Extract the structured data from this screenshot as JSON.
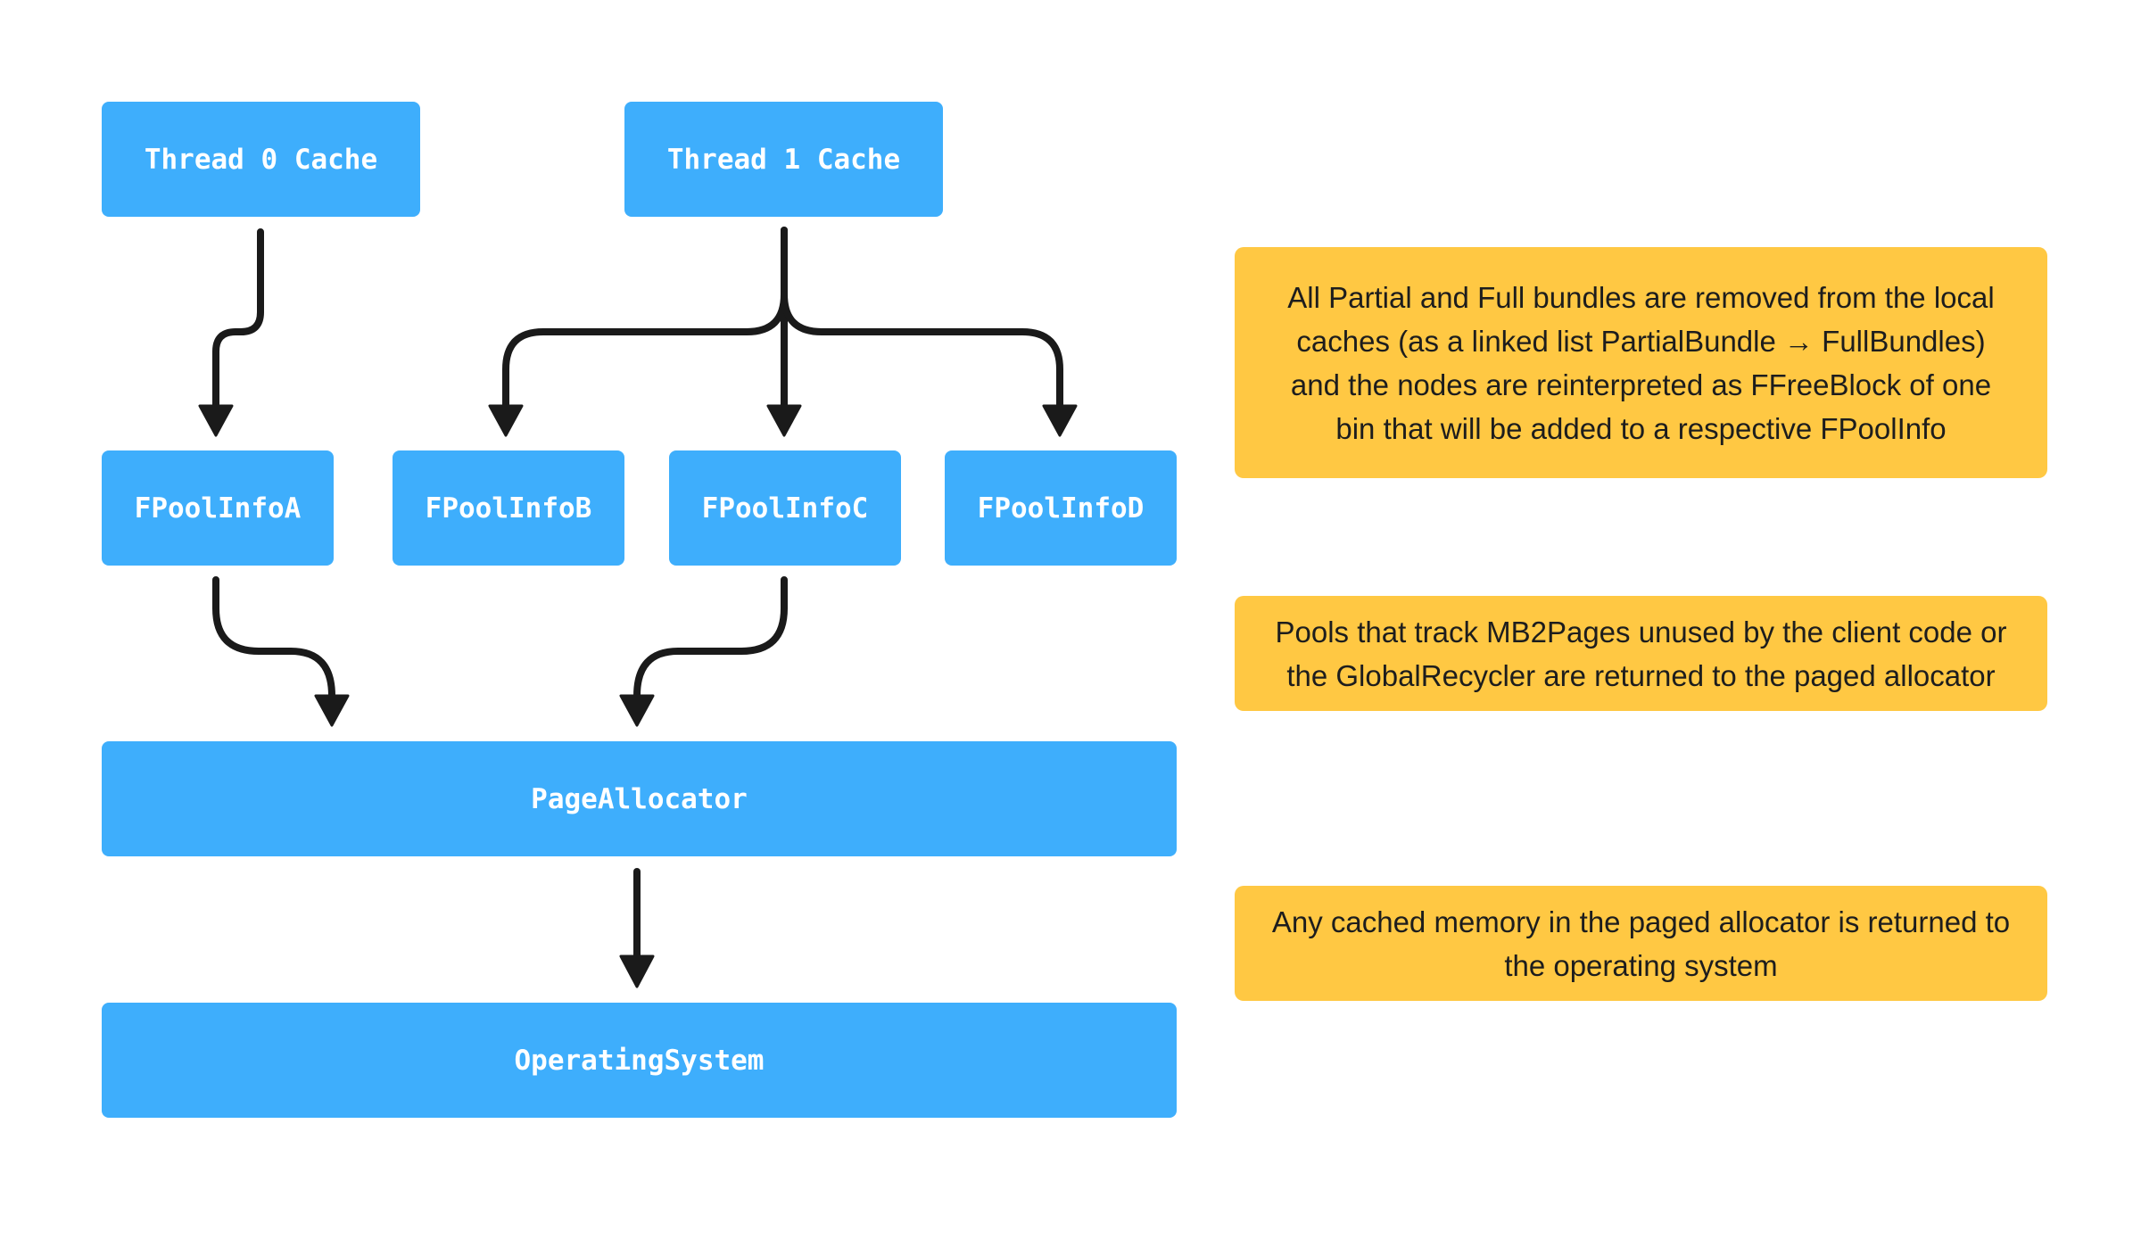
{
  "nodes": {
    "thread0": "Thread 0 Cache",
    "thread1": "Thread 1 Cache",
    "poolA": "FPoolInfoA",
    "poolB": "FPoolInfoB",
    "poolC": "FPoolInfoC",
    "poolD": "FPoolInfoD",
    "page_allocator": "PageAllocator",
    "operating_system": "OperatingSystem"
  },
  "notes": {
    "bundles": "All Partial and Full bundles are removed from the local\ncaches (as a linked list  PartialBundle → FullBundles)\nand the nodes are reinterpreted as FFreeBlock of one\nbin that will be added to a respective FPoolInfo",
    "pools": "Pools that track MB2Pages unused by the client code or\nthe GlobalRecycler are returned to the paged allocator",
    "cached_memory": "Any cached memory in the paged allocator is returned to\nthe operating system"
  },
  "colors": {
    "node_fill": "#3eaefc",
    "node_text": "#ffffff",
    "note_fill": "#ffc843",
    "note_text": "#1d1d1d",
    "arrow": "#1a1a1a"
  }
}
